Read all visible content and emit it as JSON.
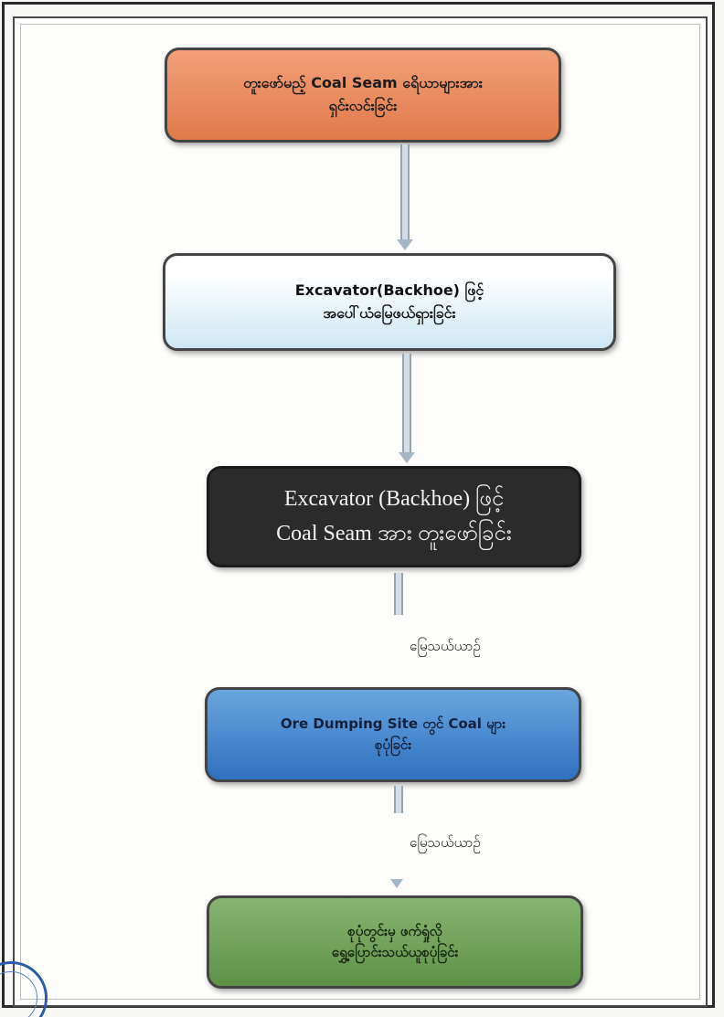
{
  "flowchart": {
    "steps": [
      {
        "line1": "တူးဖော်မည့် Coal Seam ရေိယာများအား",
        "line2": "ရှင်းလင်းခြင်း"
      },
      {
        "line1": "Excavator(Backhoe) ဖြင့်",
        "line2": "အပေါ်ယံမြေဖယ်ရှားခြင်း"
      },
      {
        "line1": "Excavator (Backhoe) ဖြင့်",
        "line2": "Coal Seam အား တူးဖော်ခြင်း"
      },
      {
        "line1": "Ore Dumping Site တွင် Coal များ",
        "line2": "စုပုံခြင်း"
      },
      {
        "line1": "စုပုံတွင်းမှ ဖက်ရှုံလို",
        "line2": "ရွှေ့ပြောင်းသယ်ယူစုပုံခြင်း"
      }
    ],
    "transport_labels": [
      "မြေသယ်ယာဉ်",
      "မြေသယ်ယာဉ်"
    ]
  }
}
